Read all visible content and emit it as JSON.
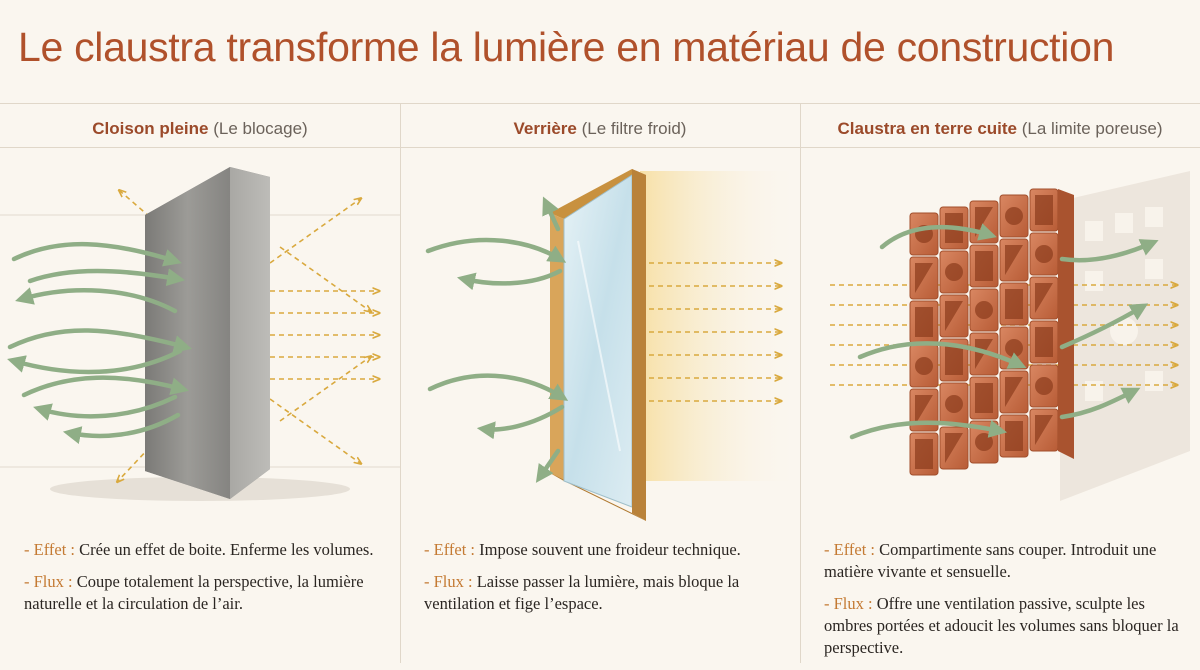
{
  "title": "Le claustra transforme la lumière en matériau de construction",
  "panels": [
    {
      "heading_main": "Cloison pleine",
      "heading_sub": "(Le blocage)",
      "effet_label": "- Effet :",
      "effet_text": "Crée un effet de boite. Enferme les volumes.",
      "flux_label": "- Flux :",
      "flux_text": "Coupe totalement la perspective, la lumière naturelle et la circulation de l’air."
    },
    {
      "heading_main": "Verrière",
      "heading_sub": "(Le filtre froid)",
      "effet_label": "- Effet :",
      "effet_text": "Impose souvent une froideur technique.",
      "flux_label": "- Flux :",
      "flux_text": "Laisse passer la lumière, mais bloque la ventilation et fige l’espace."
    },
    {
      "heading_main": "Claustra en terre cuite",
      "heading_sub": "(La limite poreuse)",
      "effet_label": "- Effet :",
      "effet_text": "Compartimente sans couper. Introduit une matière vivante et sensuelle.",
      "flux_label": "- Flux :",
      "flux_text": "Offre une ventilation passive, sculpte les ombres portées et adoucit les volumes sans bloquer la perspective."
    }
  ],
  "colors": {
    "title": "#b0512b",
    "air_flow": "#8fae86",
    "light_flow": "#d9a93e",
    "concrete": "#8d8c89",
    "glass": "#cfe4ec",
    "frame": "#c8913f",
    "terracotta": "#c66a40"
  }
}
